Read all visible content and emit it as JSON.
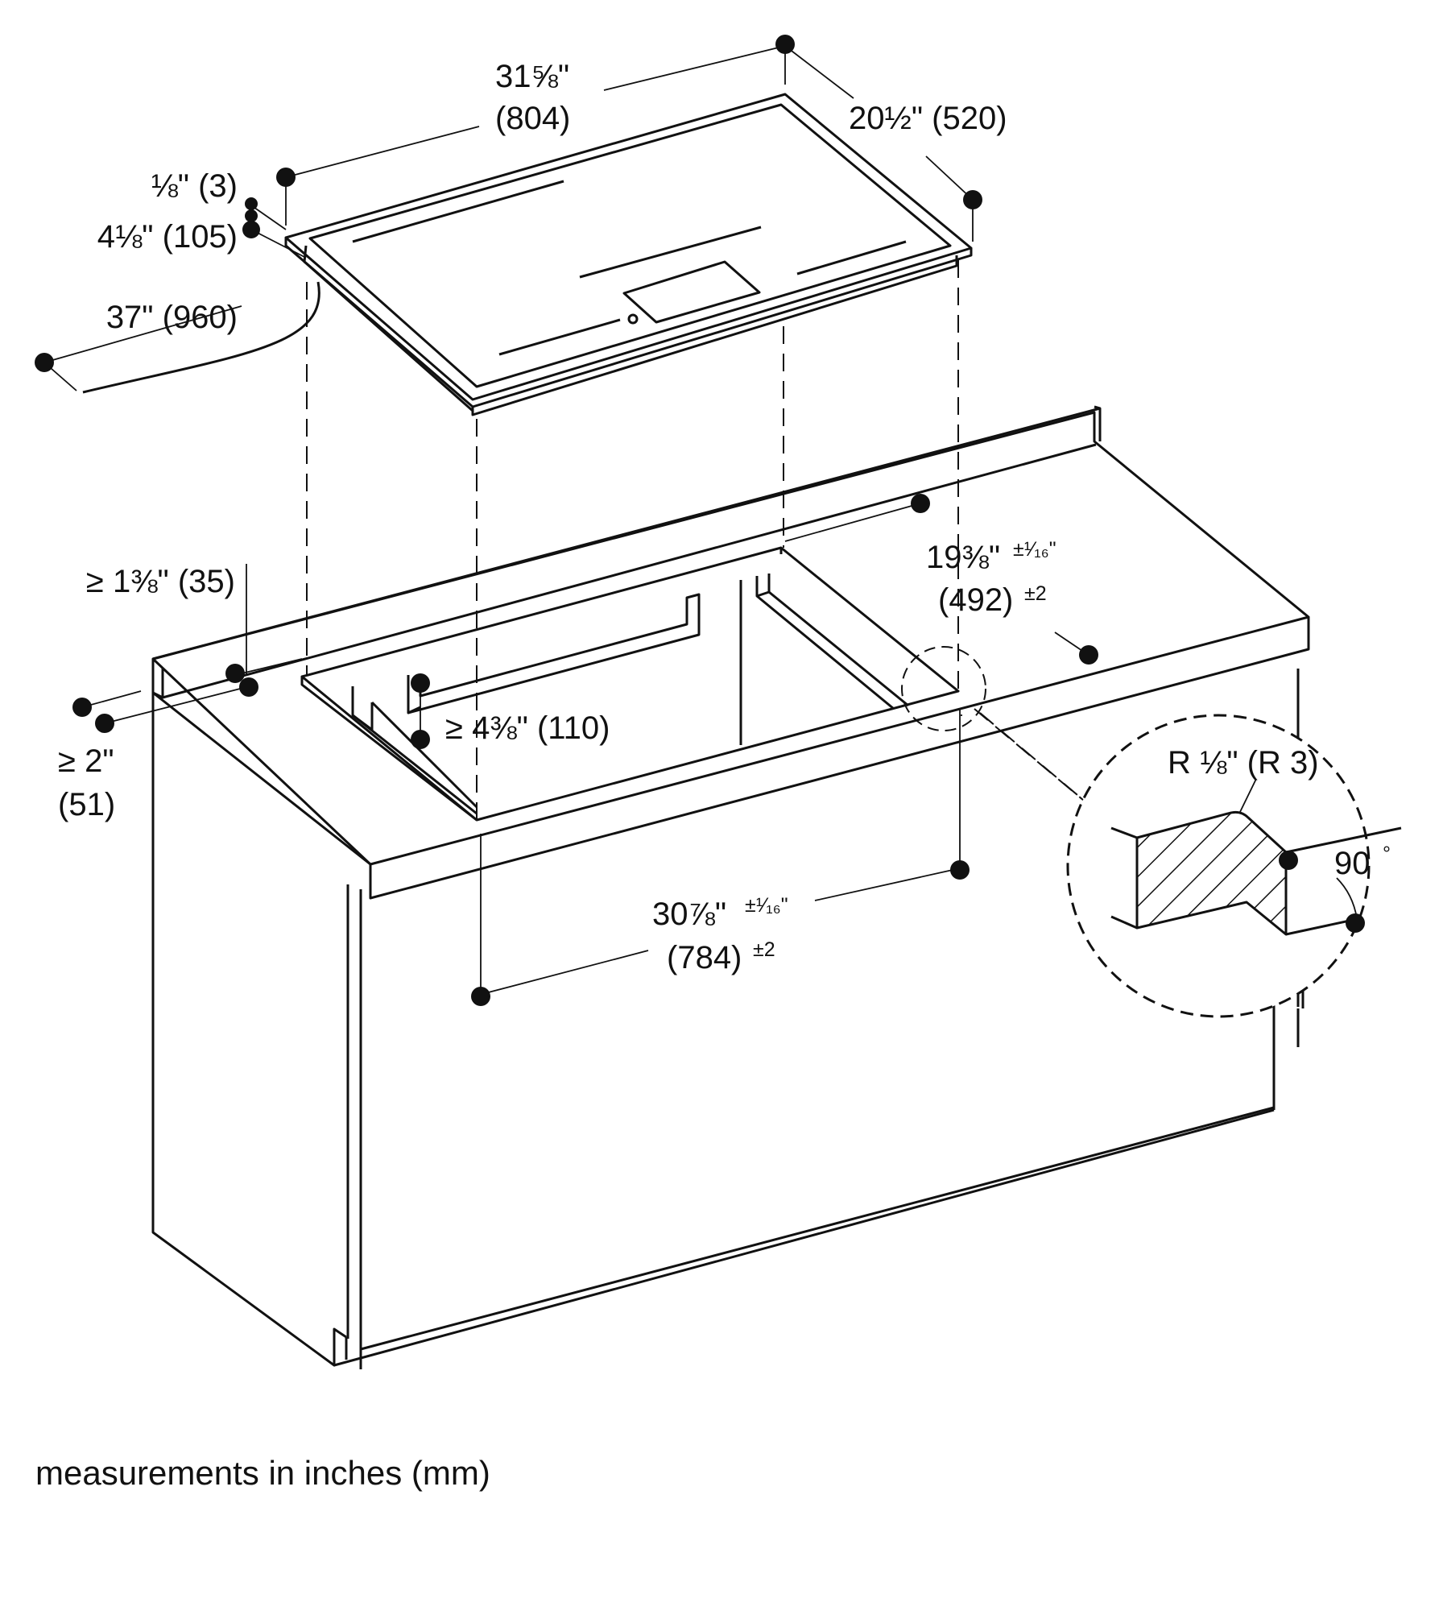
{
  "dimensions": {
    "hob_width": {
      "value": "31⅝\"",
      "mm": "(804)"
    },
    "hob_depth": "20½\" (520)",
    "frame_thickness": "⅛\" (3)",
    "hob_height": "4⅛\" (105)",
    "cable_length": "37\" (960)",
    "cutout_depth": {
      "value": "19⅜\"",
      "tol": "±¹⁄₁₆\"",
      "mm": "(492)",
      "mm_tol": "±2"
    },
    "back_distance": "≥ 1⅜\" (35)",
    "front_distance": {
      "value": "≥ 2\"",
      "mm": "(51)"
    },
    "clearance_below": "≥ 4⅜\" (110)",
    "cutout_width": {
      "value": "30⅞\"",
      "tol": "±¹⁄₁₆\"",
      "mm": "(784)",
      "mm_tol": "±2"
    },
    "detail_radius": "R ⅛\" (R 3)",
    "detail_angle": "90",
    "degree_symbol": "°"
  },
  "caption": "measurements in inches (mm)"
}
